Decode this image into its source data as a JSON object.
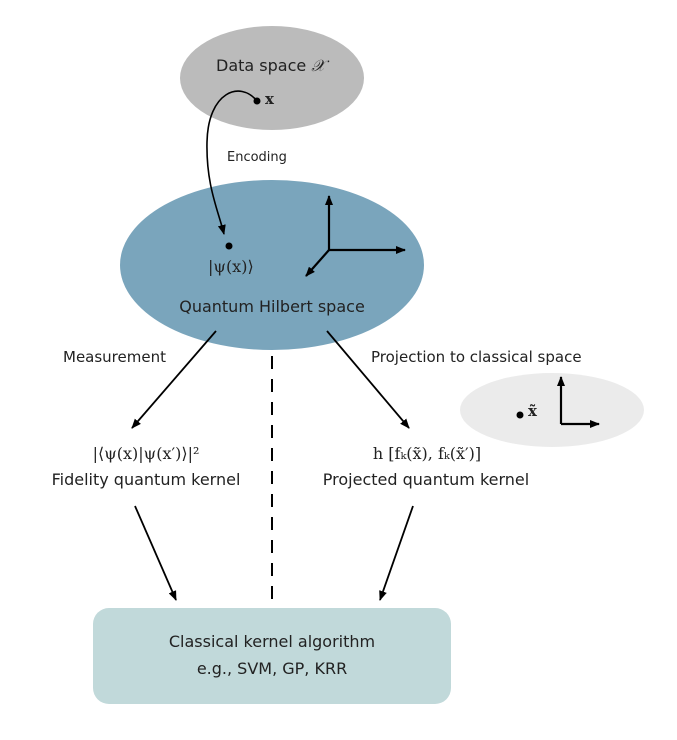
{
  "colors": {
    "data_space_fill": "#bbbbbb",
    "hilbert_fill": "#7aa5bc",
    "classical_space_fill": "#ebebeb",
    "algorithm_box_fill": "#c1d9da",
    "ink": "#000000",
    "text": "#222222"
  },
  "data_space": {
    "label": "Data space",
    "symbol": "𝒳",
    "point_label": "x"
  },
  "encoding": {
    "label": "Encoding"
  },
  "hilbert_space": {
    "state_label": "|ψ(x)⟩",
    "label": "Quantum Hilbert space"
  },
  "measurement": {
    "label": "Measurement"
  },
  "projection": {
    "label": "Projection to classical space"
  },
  "classical_space": {
    "point_label": "x̃"
  },
  "fidelity_kernel": {
    "formula": "|⟨ψ(x)|ψ(x′)⟩|²",
    "label": "Fidelity quantum kernel"
  },
  "projected_kernel": {
    "formula": "h [fₖ(x̃), fₖ(x̃′)]",
    "label": "Projected quantum kernel"
  },
  "algorithm": {
    "title": "Classical kernel algorithm",
    "examples": "e.g., SVM, GP, KRR"
  }
}
